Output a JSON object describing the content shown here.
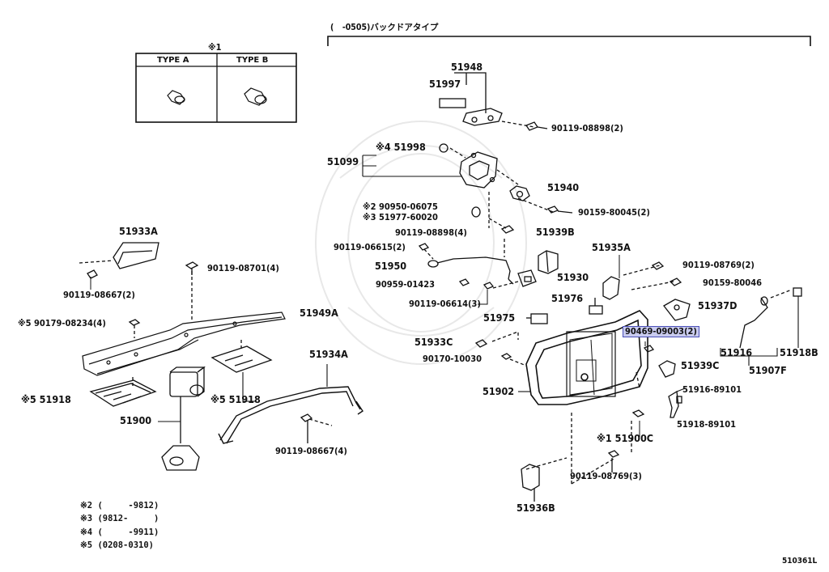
{
  "header": {
    "bracket_label": "(　-0505)バックドアタイプ"
  },
  "type_box": {
    "mark": "※1",
    "type_a": "TYPE A",
    "type_b": "TYPE B"
  },
  "labels": {
    "p51948": "51948",
    "p51997": "51997",
    "p90119_08898_2": "90119-08898(2)",
    "p51998": "※4 51998",
    "p51099": "51099",
    "p51940": "51940",
    "p90950": "※2 90950-06075",
    "p51977": "※3 51977-60020",
    "p90159_80045": "90159-80045(2)",
    "p90119_08898_4": "90119-08898(4)",
    "p51939b": "51939B",
    "p51935a": "51935A",
    "p90119_06615": "90119-06615(2)",
    "p51950": "51950",
    "p51930": "51930",
    "p90119_08769_2": "90119-08769(2)",
    "p90959": "90959-01423",
    "p90159_80046": "90159-80046",
    "p51933a": "51933A",
    "p90119_08701": "90119-08701(4)",
    "p90119_08667_2": "90119-08667(2)",
    "p90119_06614": "90119-06614(3)",
    "p51976": "51976",
    "p51937d": "51937D",
    "p51975": "51975",
    "p90179": "※5 90179-08234(4)",
    "p51949a": "51949A",
    "p90469": "90469-09003(2)",
    "p51933c": "51933C",
    "p51916": "51916",
    "p51918b": "51918B",
    "p51934a": "51934A",
    "p90170": "90170-10030",
    "p51939c": "51939C",
    "p51907f": "51907F",
    "p51918_left": "※5 51918",
    "p51918_mid": "※5 51918",
    "p51902": "51902",
    "p51916_89101": "51916-89101",
    "p51900": "51900",
    "p51918_89101": "51918-89101",
    "p51900c": "※1 51900C",
    "p90119_08667_4": "90119-08667(4)",
    "p90119_08769_3": "90119-08769(3)",
    "p51936b": "51936B"
  },
  "notes": [
    "※2 (     -9812)",
    "※3 (9812-     )",
    "※4 (     -9911)",
    "※5 (0208-0310)"
  ],
  "figure_code": "510361L"
}
